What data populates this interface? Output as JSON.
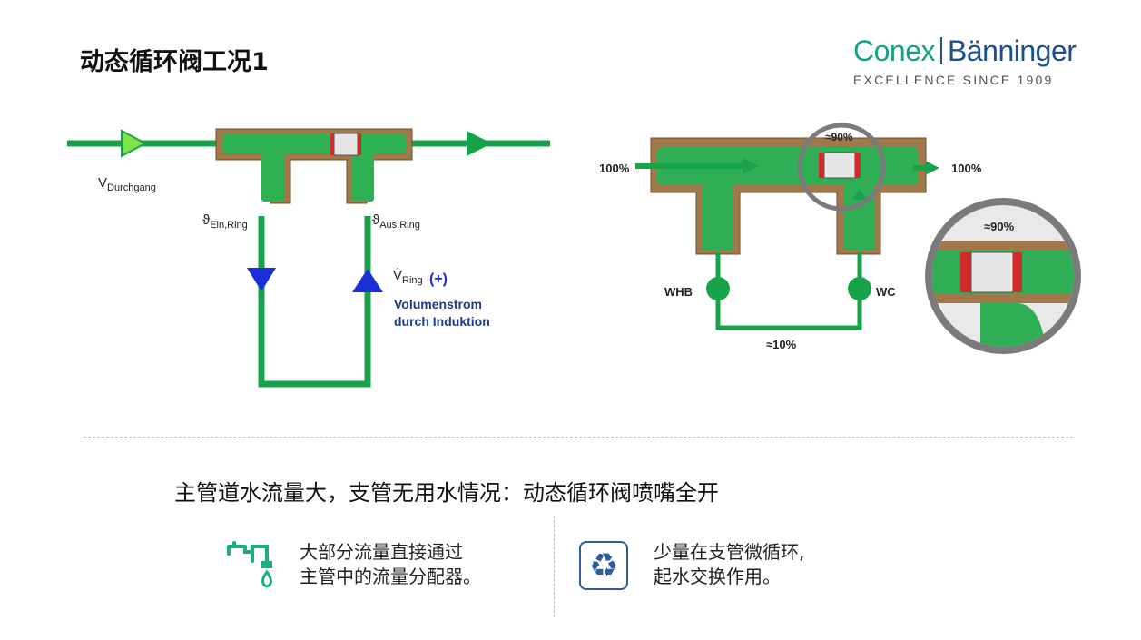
{
  "slide": {
    "title": "动态循环阀工况1",
    "subtitle": "主管道水流量大，支管无用水情况：动态循环阀喷嘴全开"
  },
  "logo": {
    "brand_left": "Conex",
    "brand_right": "Bänninger",
    "tagline": "EXCELLENCE SINCE 1909",
    "color": "#1f4f8a"
  },
  "left_diagram": {
    "v_label": "V",
    "v_sub": "Durchgang",
    "theta_in": "ϑ",
    "theta_in_sub": "Ein,Ring",
    "theta_out": "ϑ",
    "theta_out_sub": "Aus,Ring",
    "v_ring": "V̇",
    "v_ring_sub": "Ring",
    "v_ring_sign": "(+)",
    "volumenstrom_line1": "Volumenstrom",
    "volumenstrom_line2": "durch Induktion",
    "pipe_color": "#18a34a",
    "arrow_down_color": "#1a2fd6"
  },
  "right_diagram": {
    "inlet": "100%",
    "outlet": "100%",
    "valve_pct": "≈90%",
    "zoom_pct": "≈90%",
    "loop_pct": "≈10%",
    "whb": "WHB",
    "wc": "WC"
  },
  "features": [
    {
      "icon": "faucet-icon",
      "line1": "大部分流量直接通过",
      "line2": "主管中的流量分配器。"
    },
    {
      "icon": "recycle-icon",
      "line1": "少量在支管微循环,",
      "line2": "起水交换作用。"
    }
  ]
}
